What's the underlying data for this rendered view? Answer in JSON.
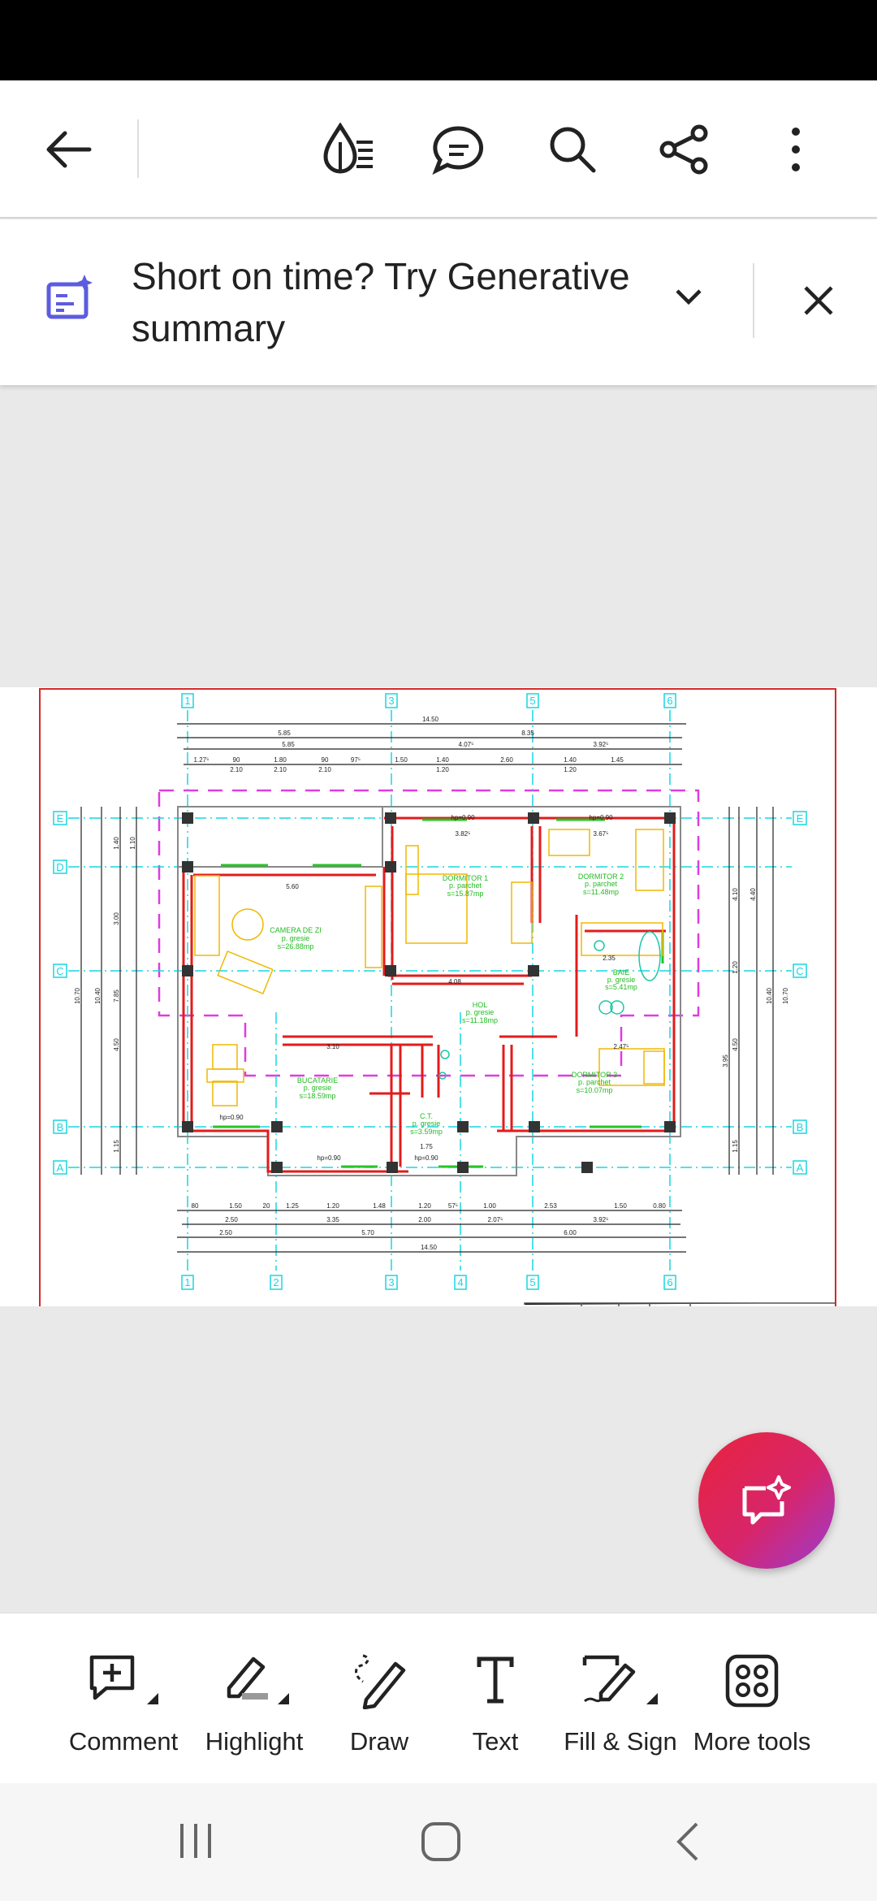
{
  "toolbar": {
    "icons": [
      "back-arrow-icon",
      "liquid-mode-icon",
      "comments-icon",
      "search-icon",
      "share-icon",
      "more-icon"
    ]
  },
  "banner": {
    "text": "Short on time? Try Generative summary"
  },
  "plan": {
    "grid_columns": [
      "1",
      "2",
      "3",
      "4",
      "5",
      "6"
    ],
    "grid_rows": [
      "E",
      "D",
      "C",
      "B",
      "A"
    ],
    "rooms": [
      {
        "name": "CAMERA DE ZI",
        "floor": "p. gresie",
        "area": "s=26.88mp"
      },
      {
        "name": "DORMITOR 1",
        "floor": "p. parchet",
        "area": "s=15.87mp"
      },
      {
        "name": "DORMITOR 2",
        "floor": "p. parchet",
        "area": "s=11.48mp"
      },
      {
        "name": "BAIE",
        "floor": "p. gresie",
        "area": "s=5.41mp"
      },
      {
        "name": "HOL",
        "floor": "p. gresie",
        "area": "s=11.18mp"
      },
      {
        "name": "BUCATARIE",
        "floor": "p. gresie",
        "area": "s=18.59mp"
      },
      {
        "name": "DORMITOR 3",
        "floor": "p. parchet",
        "area": "s=10.07mp"
      },
      {
        "name": "C.T.",
        "floor": "p. gresie",
        "area": "s=3.59mp"
      }
    ],
    "dims_top": {
      "total": "14.50",
      "a": "5.85",
      "b": "8.35",
      "c": "5.85",
      "d": "4.07⁵",
      "e": "3.92⁵",
      "row": [
        "1.27⁵",
        "90",
        "1.80",
        "90",
        "97⁵",
        "1.50",
        "1.40",
        "2.60",
        "1.40",
        "1.45"
      ],
      "row2": [
        "2.10",
        "2.10",
        "2.10",
        "1.20",
        "1.20"
      ]
    },
    "dims_bottom": {
      "row": [
        "80",
        "1.50",
        "20",
        "1.25",
        "1.20",
        "1.48",
        "1.20",
        "57⁵",
        "1.00",
        "2.53",
        "1.50",
        "0.80"
      ],
      "row2": [
        "2.50",
        "3.35",
        "2.00",
        "2.07⁵",
        "3.92⁵"
      ],
      "row3": [
        "2.50",
        "5.70",
        "6.00"
      ],
      "total": "14.50"
    },
    "dims_left": [
      "10.70",
      "10.40",
      "7.85",
      "3.00",
      "1.40",
      "1.10",
      "4.50",
      "1.15"
    ],
    "dims_right": [
      "4.10",
      "4.40",
      "1.20",
      "10.40",
      "10.70",
      "3.95",
      "4.50",
      "1.15"
    ],
    "inner": {
      "living_w": "5.60",
      "bed1_w": "3.82⁵",
      "bed2_w": "3.67⁵",
      "hol_w": "4.08",
      "kitchen_w": "3.10",
      "ct_w": "1.75",
      "window": "hp=0.90",
      "baie_w": "2.35",
      "bed3_w": "2.47⁵"
    }
  },
  "tools": [
    {
      "label": "Comment",
      "icon": "comment-add-icon"
    },
    {
      "label": "Highlight",
      "icon": "highlight-icon"
    },
    {
      "label": "Draw",
      "icon": "draw-icon"
    },
    {
      "label": "Text",
      "icon": "text-icon"
    },
    {
      "label": "Fill & Sign",
      "icon": "fill-sign-icon"
    },
    {
      "label": "More tools",
      "icon": "more-tools-icon"
    }
  ],
  "colors": {
    "accent": "#5c5ce0",
    "wall": "#e31b1b",
    "grid": "#19d6e0",
    "room_text": "#22bb22",
    "furniture": "#f0b800"
  }
}
